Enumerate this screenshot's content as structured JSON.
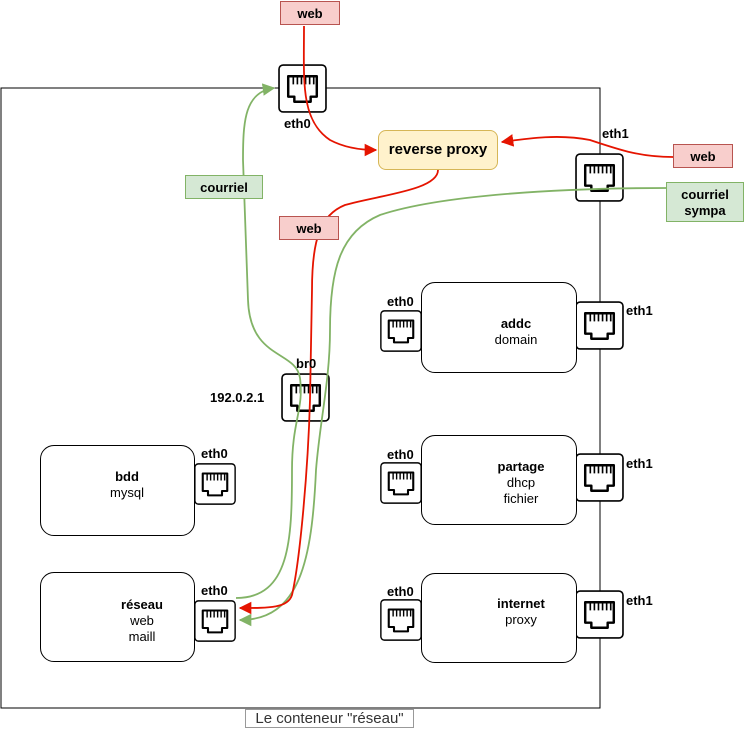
{
  "container": {
    "caption": "Le conteneur \"réseau\""
  },
  "proxy": {
    "label": "reverse proxy"
  },
  "bridge": {
    "name": "br0",
    "ip": "192.0.2.1"
  },
  "host_ports": {
    "top": "eth0",
    "right": "eth1"
  },
  "traffic_tags": {
    "web_top": "web",
    "web_right": "web",
    "web_center": "web",
    "courriel_left": "courriel",
    "courriel_sympa": [
      "courriel",
      "sympa"
    ]
  },
  "nodes": [
    {
      "id": "bdd",
      "title": "bdd",
      "lines": [
        "mysql"
      ],
      "ports": [
        "eth0"
      ],
      "icon": "server-database-icon"
    },
    {
      "id": "reseau",
      "title": "réseau",
      "lines": [
        "web",
        "maill"
      ],
      "ports": [
        "eth0"
      ],
      "icon": "server-web-icon"
    },
    {
      "id": "addc",
      "title": "addc",
      "lines": [
        "domain"
      ],
      "ports": [
        "eth0",
        "eth1"
      ],
      "icon": "server-user-icon"
    },
    {
      "id": "partage",
      "title": "partage",
      "lines": [
        "dhcp",
        "fichier"
      ],
      "ports": [
        "eth0",
        "eth1"
      ],
      "icon": "server-file-icon"
    },
    {
      "id": "internet",
      "title": "internet",
      "lines": [
        "proxy"
      ],
      "ports": [
        "eth0",
        "eth1"
      ],
      "icon": "server-lock-icon"
    }
  ],
  "colors": {
    "web_line": "#e51400",
    "mail_line": "#82b366",
    "proxy_fill": "#fff2cc",
    "web_tag": "#f8cecc",
    "mail_tag": "#d5e8d4"
  }
}
